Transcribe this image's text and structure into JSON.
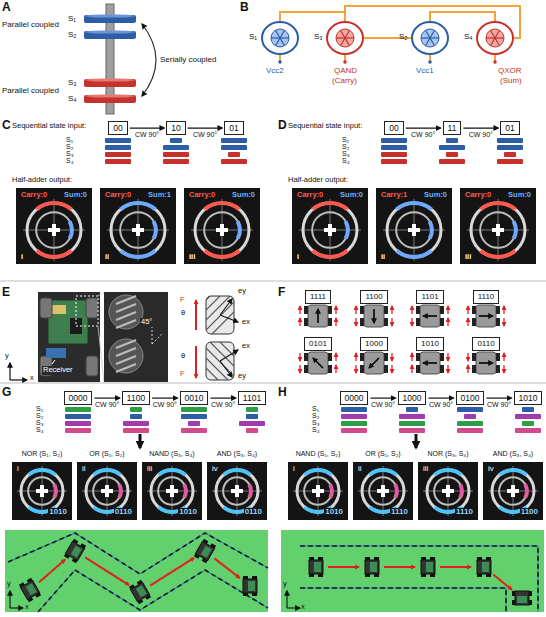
{
  "diagram": {
    "nodes": [
      {
        "text": [
          "00"
        ]
      },
      {
        "text": [
          "10"
        ]
      },
      {
        "text": [
          "01"
        ]
      },
      {
        "text": [
          "Carry:0",
          "Sum:0",
          "i"
        ]
      },
      {
        "text": [
          "Carry:0",
          "Sum:1",
          "ii"
        ]
      },
      {
        "text": [
          "Carry:0",
          "Sum:0",
          "iii"
        ]
      },
      {
        "text": [
          "00"
        ]
      },
      {
        "text": [
          "11"
        ]
      },
      {
        "text": [
          "01"
        ]
      },
      {
        "text": [
          "Carry:0",
          "Sum:0",
          "i"
        ]
      },
      {
        "text": [
          "Carry:1",
          "Sum:0",
          "ii"
        ]
      },
      {
        "text": [
          "Carry:0",
          "Sum:0",
          "iii"
        ]
      },
      {
        "text": [
          "1111"
        ]
      },
      {
        "text": [
          "1100"
        ]
      },
      {
        "text": [
          "1101"
        ]
      },
      {
        "text": [
          "1110"
        ]
      },
      {
        "text": [
          "0101"
        ]
      },
      {
        "text": [
          "1000"
        ]
      },
      {
        "text": [
          "1010"
        ]
      },
      {
        "text": [
          "0110"
        ]
      },
      {
        "text": [
          "0000"
        ]
      },
      {
        "text": [
          "1100"
        ]
      },
      {
        "text": [
          "0010"
        ]
      },
      {
        "text": [
          "1101"
        ]
      },
      {
        "text": [
          "i",
          "1010"
        ]
      },
      {
        "text": [
          "ii",
          "0110"
        ]
      },
      {
        "text": [
          "iii",
          "1010"
        ]
      },
      {
        "text": [
          "iv",
          "0110"
        ]
      },
      {
        "text": [
          "0000"
        ]
      },
      {
        "text": [
          "1000"
        ]
      },
      {
        "text": [
          "0100"
        ]
      },
      {
        "text": [
          "1010"
        ]
      },
      {
        "text": [
          "i",
          "1010"
        ]
      },
      {
        "text": [
          "ii",
          "1110"
        ]
      },
      {
        "text": [
          "iii",
          "1110"
        ]
      },
      {
        "text": [
          "iv",
          "1100"
        ]
      }
    ],
    "edges": [
      {
        "from": 0,
        "to": 1,
        "label": "CW 90°",
        "arrow": "to"
      },
      {
        "from": 1,
        "to": 2,
        "label": "CW 90°",
        "arrow": "to"
      },
      {
        "from": 6,
        "to": 7,
        "label": "CW 90°",
        "arrow": "to"
      },
      {
        "from": 7,
        "to": 8,
        "label": "CW 90°",
        "arrow": "to"
      },
      {
        "from": 20,
        "to": 21,
        "label": "CW 90°",
        "arrow": "to"
      },
      {
        "from": 21,
        "to": 22,
        "label": "CW 90°",
        "arrow": "to"
      },
      {
        "from": 22,
        "to": 23,
        "label": "CW 90°",
        "arrow": "to"
      },
      {
        "from": 28,
        "to": 29,
        "label": "CW 90°",
        "arrow": "to"
      },
      {
        "from": 29,
        "to": 30,
        "label": "CW 90°",
        "arrow": "to"
      },
      {
        "from": 30,
        "to": 31,
        "label": "CW 90°",
        "arrow": "to"
      }
    ],
    "labels": [
      "A",
      "Parallel coupled",
      "S₁",
      "S₂",
      "Serially coupled",
      "Parallel coupled",
      "S₃",
      "S₄",
      "B",
      "S₁",
      "S₃",
      "S₂",
      "S₄",
      "Vcc2",
      "QAND",
      "(Carry)",
      "Vcc1",
      "QXOR",
      "(Sum)",
      "C",
      "Sequential state input:",
      "S₁",
      "S₂",
      "S₃",
      "S₄",
      "Half-adder output:",
      "D",
      "Sequential state input:",
      "S₁",
      "S₂",
      "S₃",
      "S₄",
      "Half-adder output:",
      "E",
      "Receiver",
      "y",
      "x",
      "45°",
      "F",
      "θ",
      "ey",
      "ex",
      "ex",
      "ey",
      "θ",
      "F",
      "F",
      "G",
      "S₁",
      "S₂",
      "S₃",
      "S₄",
      "NOR (S₁, S₂)",
      "OR (S₁, S₂)",
      "NAND (S₃, S₄)",
      "AND (S₃, S₄)",
      "y",
      "x",
      "H",
      "S₁",
      "S₂",
      "S₃",
      "S₄",
      "NAND (S₁, S₂)",
      "OR (S₁, S₂)",
      "NOR (S₃, S₄)",
      "AND (S₃, S₄)",
      "y",
      "x"
    ]
  }
}
